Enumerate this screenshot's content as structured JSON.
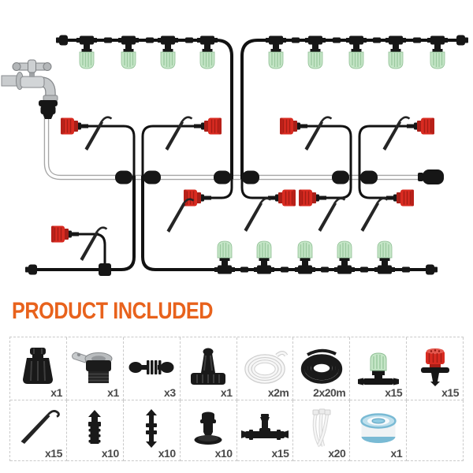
{
  "title": "PRODUCT INCLUDED",
  "colors": {
    "title_orange": "#e8621c",
    "dripper_red": "#d92b21",
    "mister_green": "#c5e6c7",
    "tape_blue": "#79bad4",
    "qty_label_gray": "#4a4a4a",
    "grid_border_gray": "#c9c9c9",
    "pipe_black": "#121212"
  },
  "grid": {
    "items": [
      {
        "name": "hose-connector",
        "qty": "x1"
      },
      {
        "name": "faucet-adapter",
        "qty": "x1"
      },
      {
        "name": "barbed-coupling",
        "qty": "x3"
      },
      {
        "name": "nozzle-cap",
        "qty": "x1"
      },
      {
        "name": "white-hose",
        "qty": "x2m"
      },
      {
        "name": "black-hose",
        "qty": "2x20m"
      },
      {
        "name": "misting-nozzle",
        "qty": "x15"
      },
      {
        "name": "adjustable-dripper",
        "qty": "x15"
      },
      {
        "name": "support-stake",
        "qty": "x15"
      },
      {
        "name": "single-barb-connector",
        "qty": "x10"
      },
      {
        "name": "straight-connector",
        "qty": "x10"
      },
      {
        "name": "end-plug",
        "qty": "x10"
      },
      {
        "name": "tee-connector",
        "qty": "x15"
      },
      {
        "name": "cable-ties",
        "qty": "x20"
      },
      {
        "name": "thread-seal-tape",
        "qty": "x1"
      },
      {
        "name": "empty",
        "qty": ""
      }
    ]
  }
}
